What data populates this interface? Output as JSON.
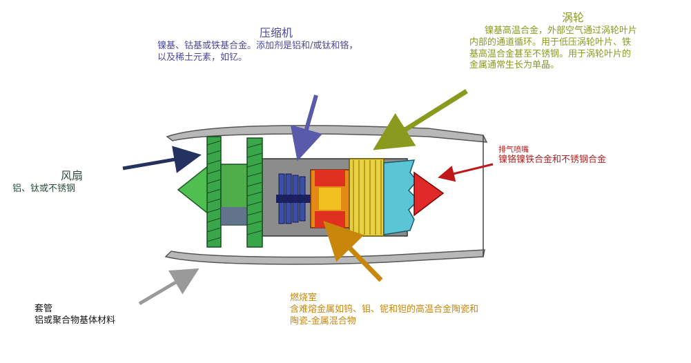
{
  "compressor": {
    "title": "压缩机",
    "line1": "镍基、钴基或铁基合金。添加剂是铝和/或钛和铬，",
    "line2": "以及稀土元素，如钇。"
  },
  "turbine": {
    "title": "涡轮",
    "line1": "镍基高温合金，外部空气通过涡轮叶片",
    "line2": "内部的通道循环。用于低压涡轮叶片、铁",
    "line3": "基高温合金甚至不锈钢。用于涡轮叶片的",
    "line4": "金属通常生长为单晶。"
  },
  "fan": {
    "title": "风扇",
    "line1": "铝、钛或不锈钢"
  },
  "nozzle": {
    "title": "排气喷嘴",
    "line1": "镍铬镍铁合金和不锈钢合金"
  },
  "casing": {
    "title": "套管",
    "line1": "铝或聚合物基体材料"
  },
  "combustor": {
    "title": "燃烧室",
    "line1": "含难熔金属如钨、钼、铌和钽的高温合金陶瓷和",
    "line2": "陶瓷-金属混合物"
  },
  "colors": {
    "compressor": "#4a4a9a",
    "turbine": "#8a9a1e",
    "fan": "#23325e",
    "nozzle": "#c01818",
    "casing": "#9a9a9a",
    "combustor": "#c8870a"
  }
}
